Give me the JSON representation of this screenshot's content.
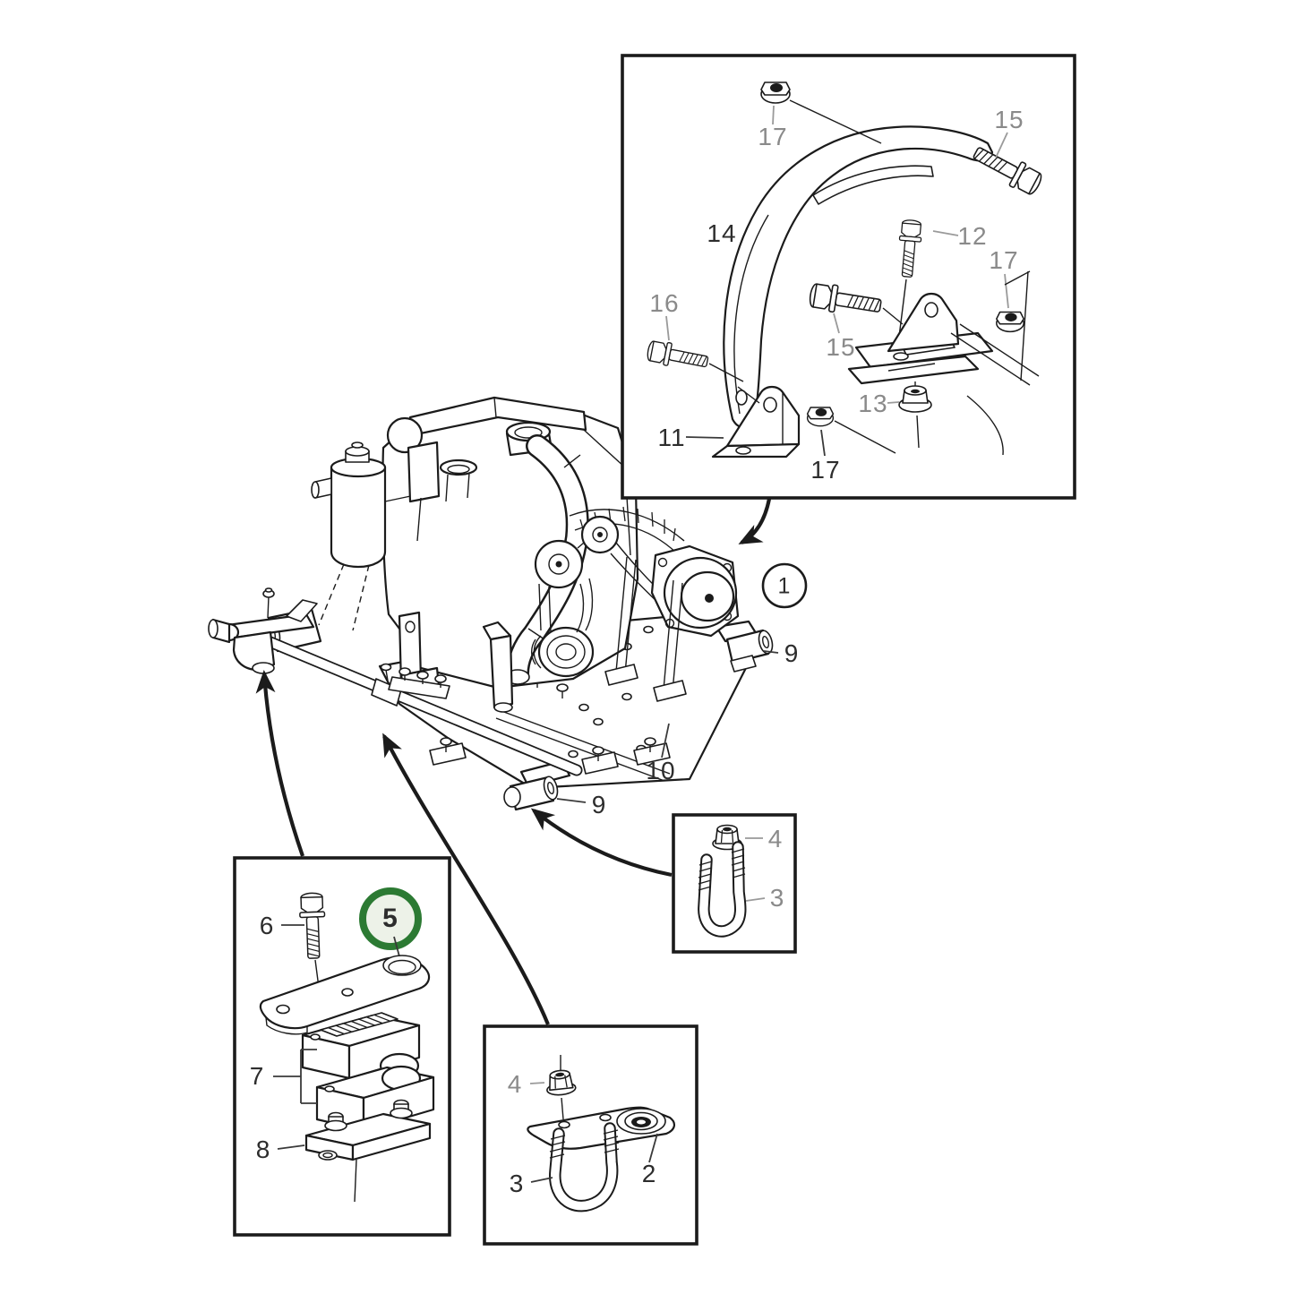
{
  "colors": {
    "background": "#ffffff",
    "line": "#1b1b1b",
    "label_dark": "#2d2d2d",
    "label_muted": "#8a8a8a",
    "leader": "#9a9a9a",
    "highlight_ring": "#2c7a33",
    "highlight_fill": "#edf2e8"
  },
  "highlight": {
    "part": "5"
  },
  "balloon": {
    "label": "1"
  },
  "callouts": {
    "tr_nut_top": "17",
    "tr_bolt_right": "15",
    "tr_arm": "14",
    "tr_bolt_vert": "12",
    "tr_nut_right": "17",
    "tr_bolt_left": "16",
    "tr_bolt_mid": "15",
    "tr_nut_lower": "13",
    "tr_bracket": "11",
    "tr_nut_bottom": "17",
    "main_balloon": "1",
    "main_mount_right": "9",
    "main_bed": "10",
    "main_mount_bottom": "9",
    "mr_nut": "4",
    "mr_ubolt": "3",
    "bl_bolt": "6",
    "bl_strap": "5",
    "bl_clamp": "7",
    "bl_base": "8",
    "bc_nut": "4",
    "bc_bracket": "2",
    "bc_ubolt": "3"
  }
}
